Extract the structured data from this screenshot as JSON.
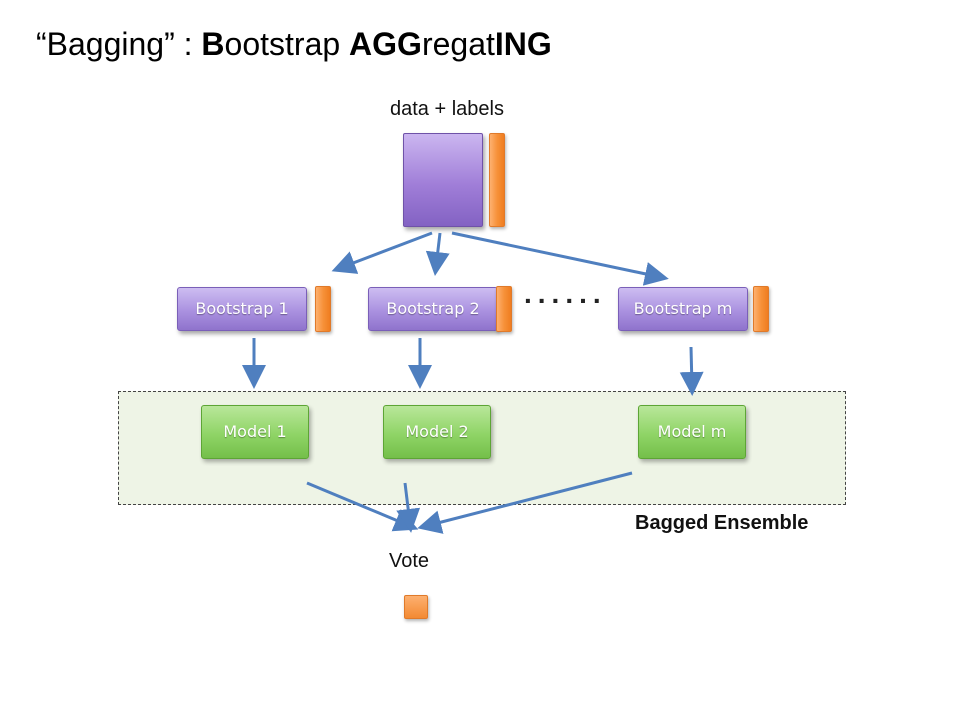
{
  "title": {
    "quote_open": "“Bagging”",
    "separator": " : ",
    "b_bold": "B",
    "b_rest": "ootstrap ",
    "agg_bold": "AGG",
    "agg_rest": "regat",
    "ing_bold": "ING"
  },
  "data_label": "data + labels",
  "bootstraps": [
    {
      "label": "Bootstrap 1"
    },
    {
      "label": "Bootstrap 2"
    },
    {
      "label": "Bootstrap m"
    }
  ],
  "ellipsis": "......",
  "models": [
    {
      "label": "Model 1"
    },
    {
      "label": "Model 2"
    },
    {
      "label": "Model m"
    }
  ],
  "ensemble_label": "Bagged Ensemble",
  "vote_label": "Vote",
  "colors": {
    "arrow": "#4f7fbf",
    "bootstrap": "#a58bdc",
    "model": "#8fd466",
    "label_bar": "#f7923a",
    "ensemble_fill": "#eef4e6"
  }
}
